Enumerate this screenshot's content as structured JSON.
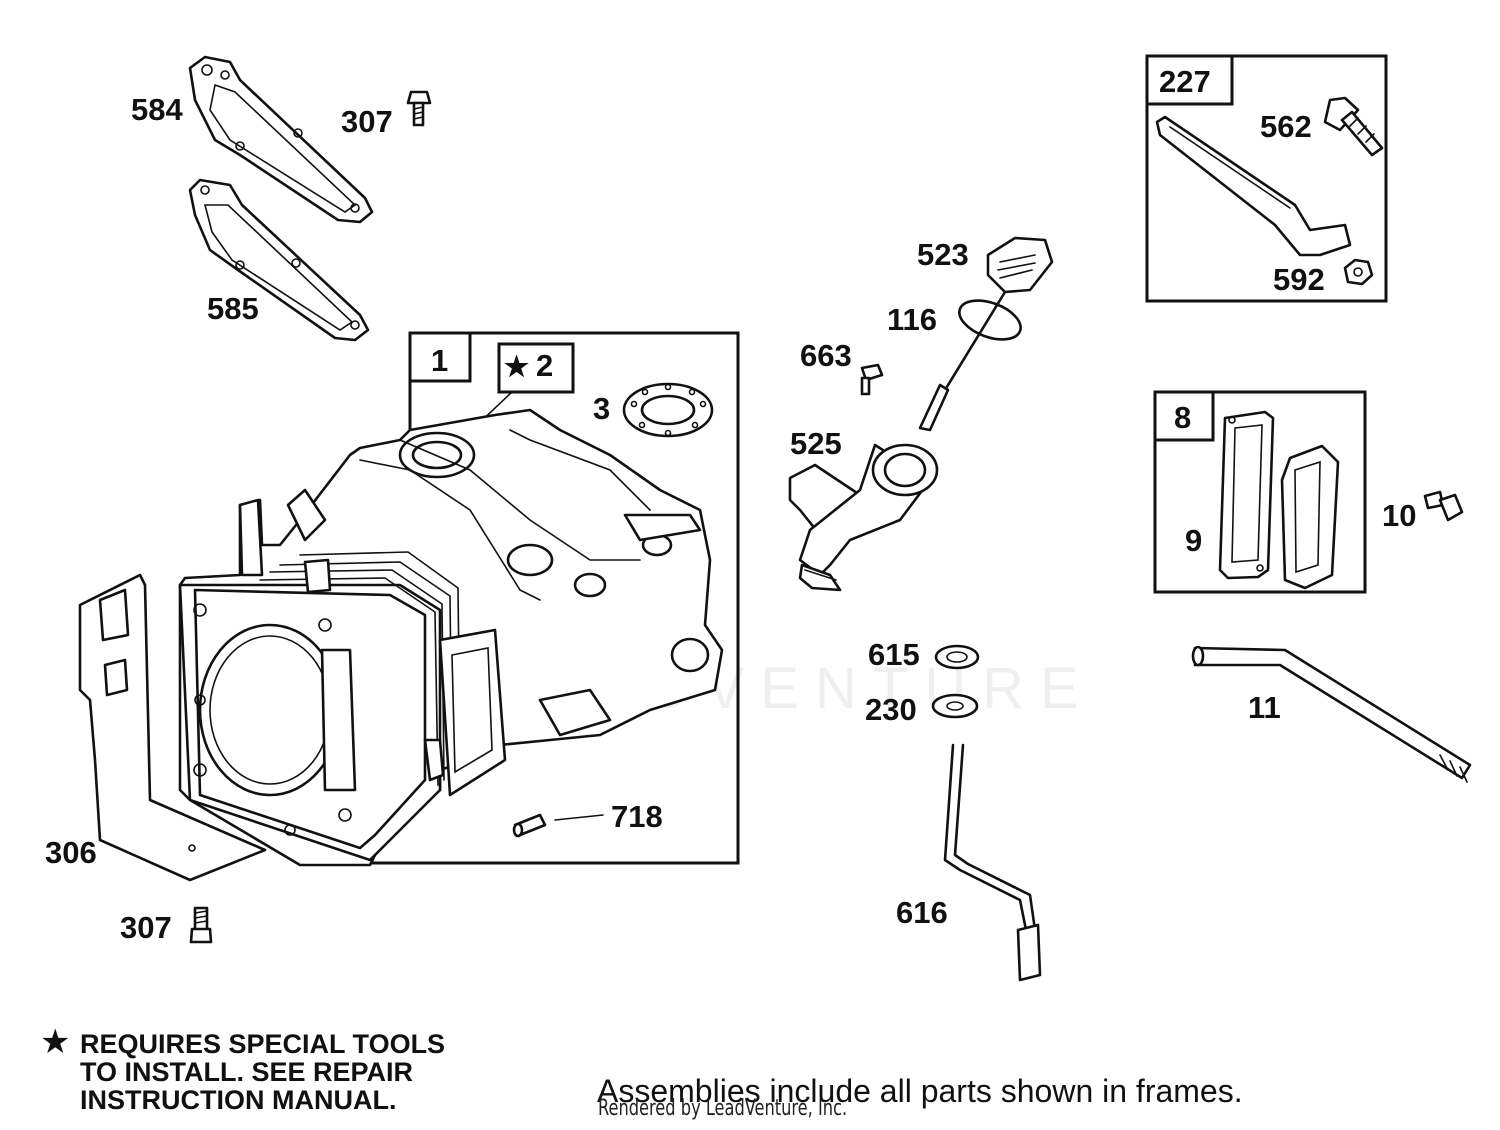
{
  "diagram": {
    "callouts": {
      "p584": "584",
      "p307a": "307",
      "p585": "585",
      "p1": "1",
      "p2": "2",
      "p3": "3",
      "p306": "306",
      "p307b": "307",
      "p718": "718",
      "p523": "523",
      "p116": "116",
      "p663": "663",
      "p525": "525",
      "p615": "615",
      "p230": "230",
      "p616": "616",
      "p227": "227",
      "p562": "562",
      "p592": "592",
      "p8": "8",
      "p9": "9",
      "p10": "10",
      "p11": "11"
    },
    "star_symbol": "★"
  },
  "notes": {
    "lines": [
      "REQUIRES SPECIAL TOOLS",
      "TO INSTALL.  SEE REPAIR",
      "INSTRUCTION MANUAL."
    ]
  },
  "footer": {
    "assemblies": "Assemblies include all parts shown in frames.",
    "rendered_by": "Rendered by LeadVenture, Inc."
  },
  "watermark": {
    "text": "LEADVENTURE"
  }
}
